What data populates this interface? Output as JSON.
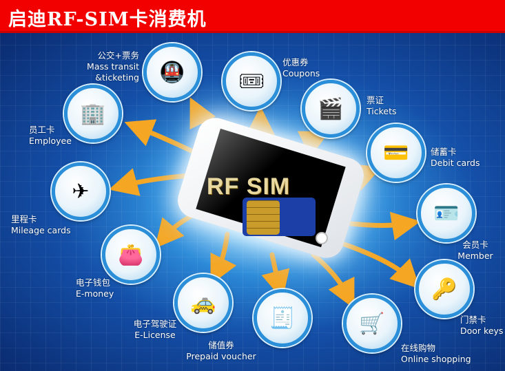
{
  "title": "启迪RF-SIM卡消费机",
  "center": {
    "logo_text": "RF SIM"
  },
  "colors": {
    "header": "#f20000",
    "arrow": "#f5a623",
    "ring": "#2a8fd8"
  },
  "items": [
    {
      "zh": "公交+票务",
      "en": "Mass transit",
      "en2": "&ticketing",
      "icon": "transit-icon"
    },
    {
      "zh": "优惠券",
      "en": "Coupons",
      "icon": "coupon-icon"
    },
    {
      "zh": "票证",
      "en": "Tickets",
      "icon": "ticket-icon"
    },
    {
      "zh": "储蓄卡",
      "en": "Debit cards",
      "icon": "debit-card-icon"
    },
    {
      "zh": "会员卡",
      "en": "Member",
      "icon": "member-card-icon"
    },
    {
      "zh": "门禁卡",
      "en": "Door keys",
      "icon": "door-key-icon"
    },
    {
      "zh": "在线购物",
      "en": "Online shopping",
      "icon": "shopping-icon"
    },
    {
      "zh": "储值券",
      "en": "Prepaid voucher",
      "icon": "voucher-icon"
    },
    {
      "zh": "电子驾驶证",
      "en": "E-License",
      "icon": "car-icon"
    },
    {
      "zh": "电子钱包",
      "en": "E-money",
      "icon": "wallet-icon"
    },
    {
      "zh": "里程卡",
      "en": "Mileage cards",
      "icon": "airplane-icon"
    },
    {
      "zh": "员工卡",
      "en": "Employee",
      "icon": "building-icon"
    }
  ]
}
